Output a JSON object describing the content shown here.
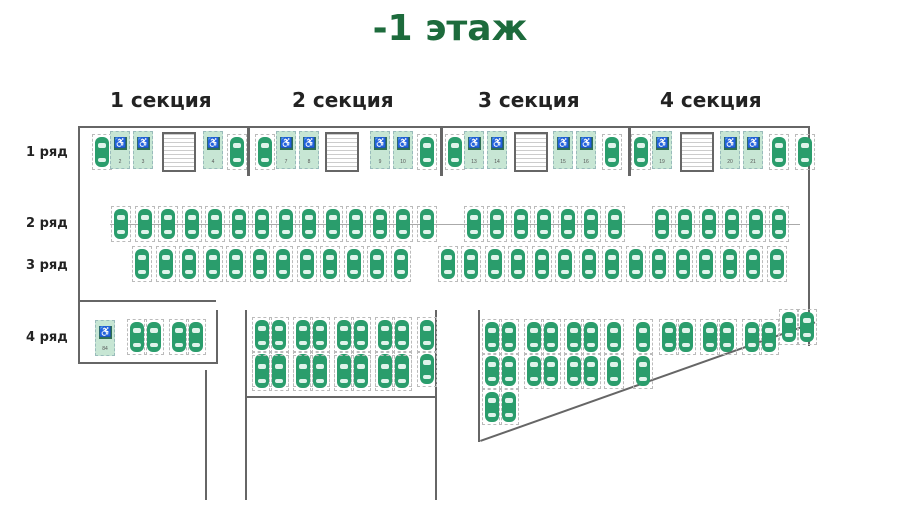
{
  "title": "-1 этаж",
  "sections": [
    "1 секция",
    "2 секция",
    "3 секция",
    "4 секция"
  ],
  "rows": [
    "1 ряд",
    "2 ряд",
    "3 ряд",
    "4 ряд"
  ],
  "accessible_spots": [
    "2",
    "3",
    "4",
    "7",
    "8",
    "9",
    "10",
    "13",
    "14",
    "15",
    "16",
    "19",
    "20",
    "21",
    "84"
  ],
  "colors": {
    "title": "#1d6b3c",
    "car": "#2a9d6c",
    "accessible_spot": "#c7e6d4"
  }
}
